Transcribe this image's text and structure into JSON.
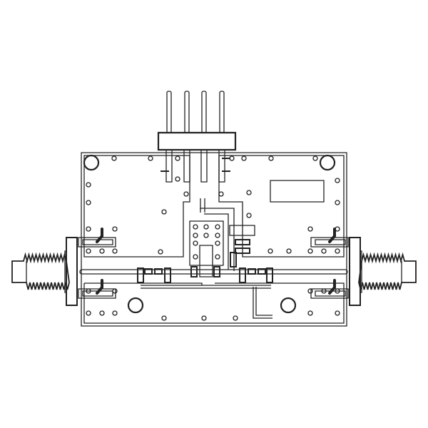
{
  "drawing": {
    "stroke_color": "#222222",
    "background_color": "#ffffff",
    "style": "line-art",
    "connectors": 2,
    "header_pins": 4
  }
}
